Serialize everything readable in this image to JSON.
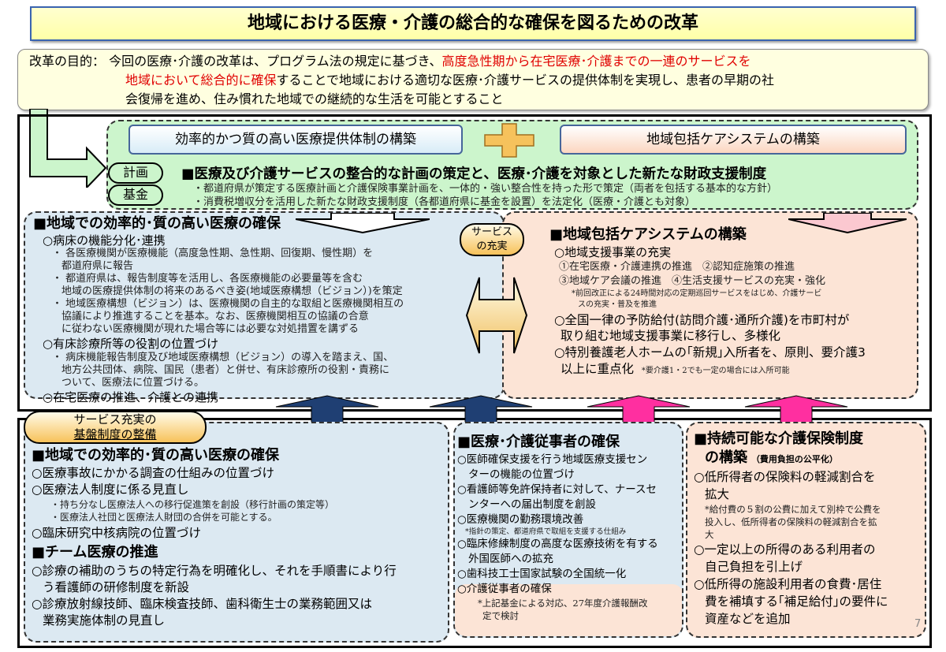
{
  "title": "地域における医療・介護の総合的な確保を図るための改革",
  "purpose": {
    "label": "改革の目的：",
    "text1": "今回の医療･介護の改革は、プログラム法の規定に基づき、",
    "red1": "高度急性期から在宅医療･介護までの一連のサービスを",
    "red2": "地域において総合的に確保",
    "text2": "することで地域における適切な医療･介護サービスの提供体制を実現し、患者の早期の社",
    "text3": "会復帰を進め、住み慣れた地域での継続的な生活を可能とすること"
  },
  "top": {
    "left_header": "効率的かつ質の高い医療提供体制の構築",
    "right_header": "地域包括ケアシステムの構築",
    "plan_label": "計画",
    "fund_label": "基金",
    "heading": "■医療及び介護サービスの整合的な計画の策定と、医療･介護を対象とした新たな財政支援制度",
    "bullets": [
      "・都道府県が策定する医療計画と介護保険事業計画を、一体的・強い整合性を持った形で策定（両者を包括する基本的な方針）",
      "・消費税増収分を活用した新たな財政支援制度（各都道府県に基金を設置）を法定化（医療・介護とも対象）"
    ]
  },
  "service_pill": [
    "サービス",
    "の充実"
  ],
  "left_mid": {
    "heading": "■地域での効率的･質の高い医療の確保",
    "s1": "○病床の機能分化･連携",
    "s1_lines": [
      "・ 各医療機関が医療機能（高度急性期、急性期、回復期、慢性期）を",
      "都道府県に報告",
      "・ 都道府県は、報告制度等を活用し、各医療機能の必要量等を含む",
      "地域の医療提供体制の将来のあるべき姿(地域医療構想（ビジョン）)を策定",
      "・ 地域医療構想（ビジョン）は、医療機関の自主的な取組と医療機関相互の",
      "協議により推進することを基本。なお、医療機関相互の協議の合意",
      "に従わない医療機関が現れた場合等には必要な対処措置を講ずる"
    ],
    "s2": "○有床診療所等の役割の位置づけ",
    "s2_lines": [
      "・ 病床機能報告制度及び地域医療構想（ビジョン）の導入を踏まえ、国、",
      "地方公共団体、病院、国民（患者）と併せ、有床診療所の役割・責務に",
      "ついて、医療法に位置づける。"
    ],
    "s3": "○在宅医療の推進、介護との連携"
  },
  "right_mid": {
    "heading": "■地域包括ケアシステムの構築",
    "s1": "○地域支援事業の充実",
    "s1_lines": [
      "①在宅医療・介護連携の推進　②認知症施策の推進",
      "③地域ケア会議の推進　④生活支援サービスの充実・強化"
    ],
    "s1_notes": [
      "*前回改正による24時間対応の定期巡回サービスをはじめ、介護サービ",
      "スの充実・普及を推進"
    ],
    "s2": [
      "○全国一律の予防給付(訪問介護･通所介護)を市町村が",
      "取り組む地域支援事業に移行し、多様化"
    ],
    "s3": [
      "○特別養護老人ホームの｢新規｣入所者を、原則、要介護3",
      "以上に重点化"
    ],
    "s3_note": "*要介護1・2でも一定の場合には入所可能"
  },
  "base_pill": [
    "サービス充実の",
    "基盤制度の整備"
  ],
  "bottom_left": {
    "h1": "■地域での効率的･質の高い医療の確保",
    "i1": "○医療事故にかかる調査の仕組みの位置づけ",
    "i2": "○医療法人制度に係る見直し",
    "i2_notes": [
      "・持ち分なし医療法人への移行促進策を創設（移行計画の策定等）",
      "・医療法人社団と医療法人財団の合併を可能とする。"
    ],
    "i3": "○臨床研究中核病院の位置づけ",
    "h2": "■チーム医療の推進",
    "i4": [
      "○診療の補助のうちの特定行為を明確化し、それを手順書により行",
      "う看護師の研修制度を新設"
    ],
    "i5": [
      "○診療放射線技師、臨床検査技師、歯科衛生士の業務範囲又は",
      "業務実施体制の見直し"
    ]
  },
  "bottom_mid": {
    "heading": "■医療･介護従事者の確保",
    "i1": [
      "○医師確保支援を行う地域医療支援セン",
      "ターの機能の位置づけ"
    ],
    "i2": [
      "○看護師等免許保持者に対して、ナースセ",
      "ンターへの届出制度を創設"
    ],
    "i3": "○医療機関の勤務環境改善",
    "i3_note": "*指針の策定、都道府県で取組を支援する仕組み",
    "i4": [
      "○臨床修練制度の高度な医療技術を有する",
      "外国医師への拡充"
    ],
    "i5": "○歯科技工士国家試験の全国統一化",
    "i6": "○介護従事者の確保",
    "i6_note": [
      "*上記基金による対応、27年度介護報酬改",
      "定で検討"
    ]
  },
  "bottom_right": {
    "heading": [
      "■持続可能な介護保険制度",
      "の構築"
    ],
    "sub": "（費用負担の公平化）",
    "i1": [
      "○低所得者の保険料の軽減割合を",
      "拡大"
    ],
    "i1_note": [
      "*給付費の５割の公費に加えて別枠で公費を",
      "投入し、低所得者の保険料の軽減割合を拡",
      "大"
    ],
    "i2": [
      "○一定以上の所得のある利用者の",
      "自己負担を引上げ"
    ],
    "i3": [
      "○低所得の施設利用者の食費･居住",
      "費を補填する｢補足給付｣の要件に",
      "資産などを追加"
    ]
  },
  "page_number": "7",
  "colors": {
    "red": "#e00000",
    "green": "#ccf5cc",
    "blue_box": "#dce9f2",
    "peach_box": "#fce4d6",
    "navy_arrow": "#1f3f73",
    "pink_arrow": "#ff2fa0"
  }
}
